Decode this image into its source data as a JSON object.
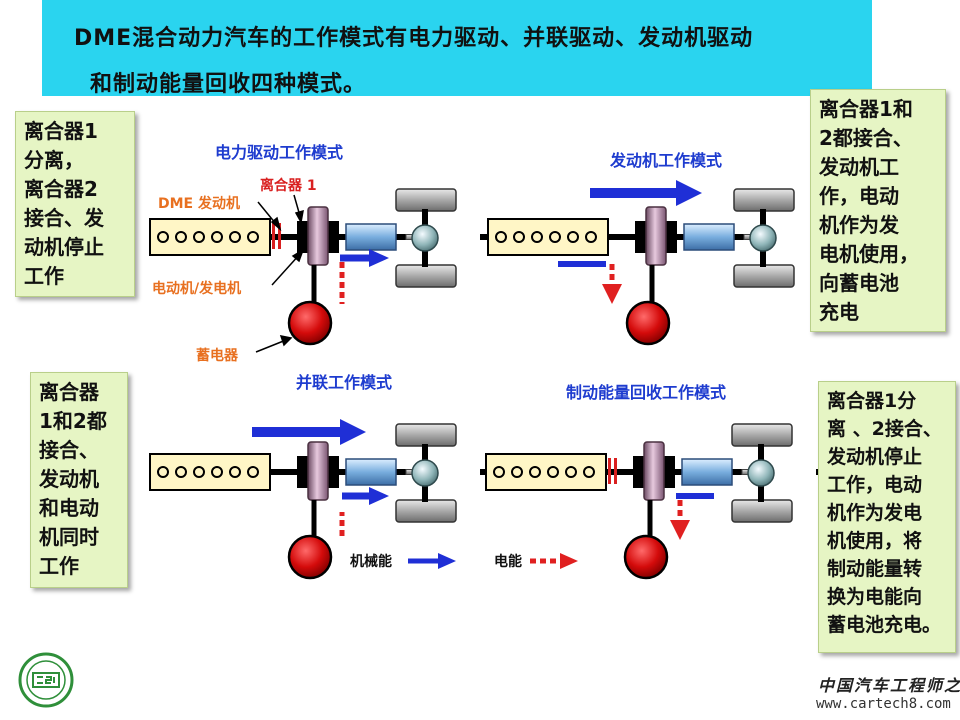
{
  "title": {
    "line1": "DME混合动力汽车的工作模式有电力驱动、并联驱动、发动机驱动",
    "line2": "和制动能量回收四种模式。"
  },
  "notes": {
    "top_left": [
      "离合器1",
      "分离，",
      "离合器2",
      "接合、发",
      "动机停止",
      "工作"
    ],
    "top_right": [
      "离合器1和",
      "2都接合、",
      "发动机工",
      "作，电动",
      "机作为发",
      "电机使用，",
      "向蓄电池",
      "充电"
    ],
    "bottom_left": [
      "离合器",
      "1和2都",
      "接合、",
      "发动机",
      "和电动",
      "机同时",
      "工作"
    ],
    "bottom_right": [
      "离合器1分",
      "离 、2接合、",
      "发动机停止",
      "工作，电动",
      "机作为发电",
      "机使用，将",
      "制动能量转",
      "换为电能向",
      "蓄电池充电。"
    ]
  },
  "panels": {
    "electric": {
      "title": "电力驱动工作模式"
    },
    "engine": {
      "title": "发动机工作模式"
    },
    "parallel": {
      "title": "并联工作模式"
    },
    "regen": {
      "title": "制动能量回收工作模式"
    }
  },
  "labels": {
    "engine": "DME 发动机",
    "clutch1": "离合器 1",
    "motor": "电动机/发电机",
    "battery": "蓄电器"
  },
  "legend": {
    "mechanical": "机械能",
    "electrical": "电能"
  },
  "watermark": {
    "name": "中国汽车工程师之家",
    "url": "www.cartech8.com"
  },
  "colors": {
    "banner": "#2ad4ef",
    "note_bg": "#e6f5c4",
    "mechanical_arrow": "#1f2fd6",
    "electrical_arrow": "#e02020",
    "clutch": "#d92020",
    "battery": "#d40b0b",
    "label_blue": "#1e3ccf",
    "label_orange": "#e87020"
  }
}
